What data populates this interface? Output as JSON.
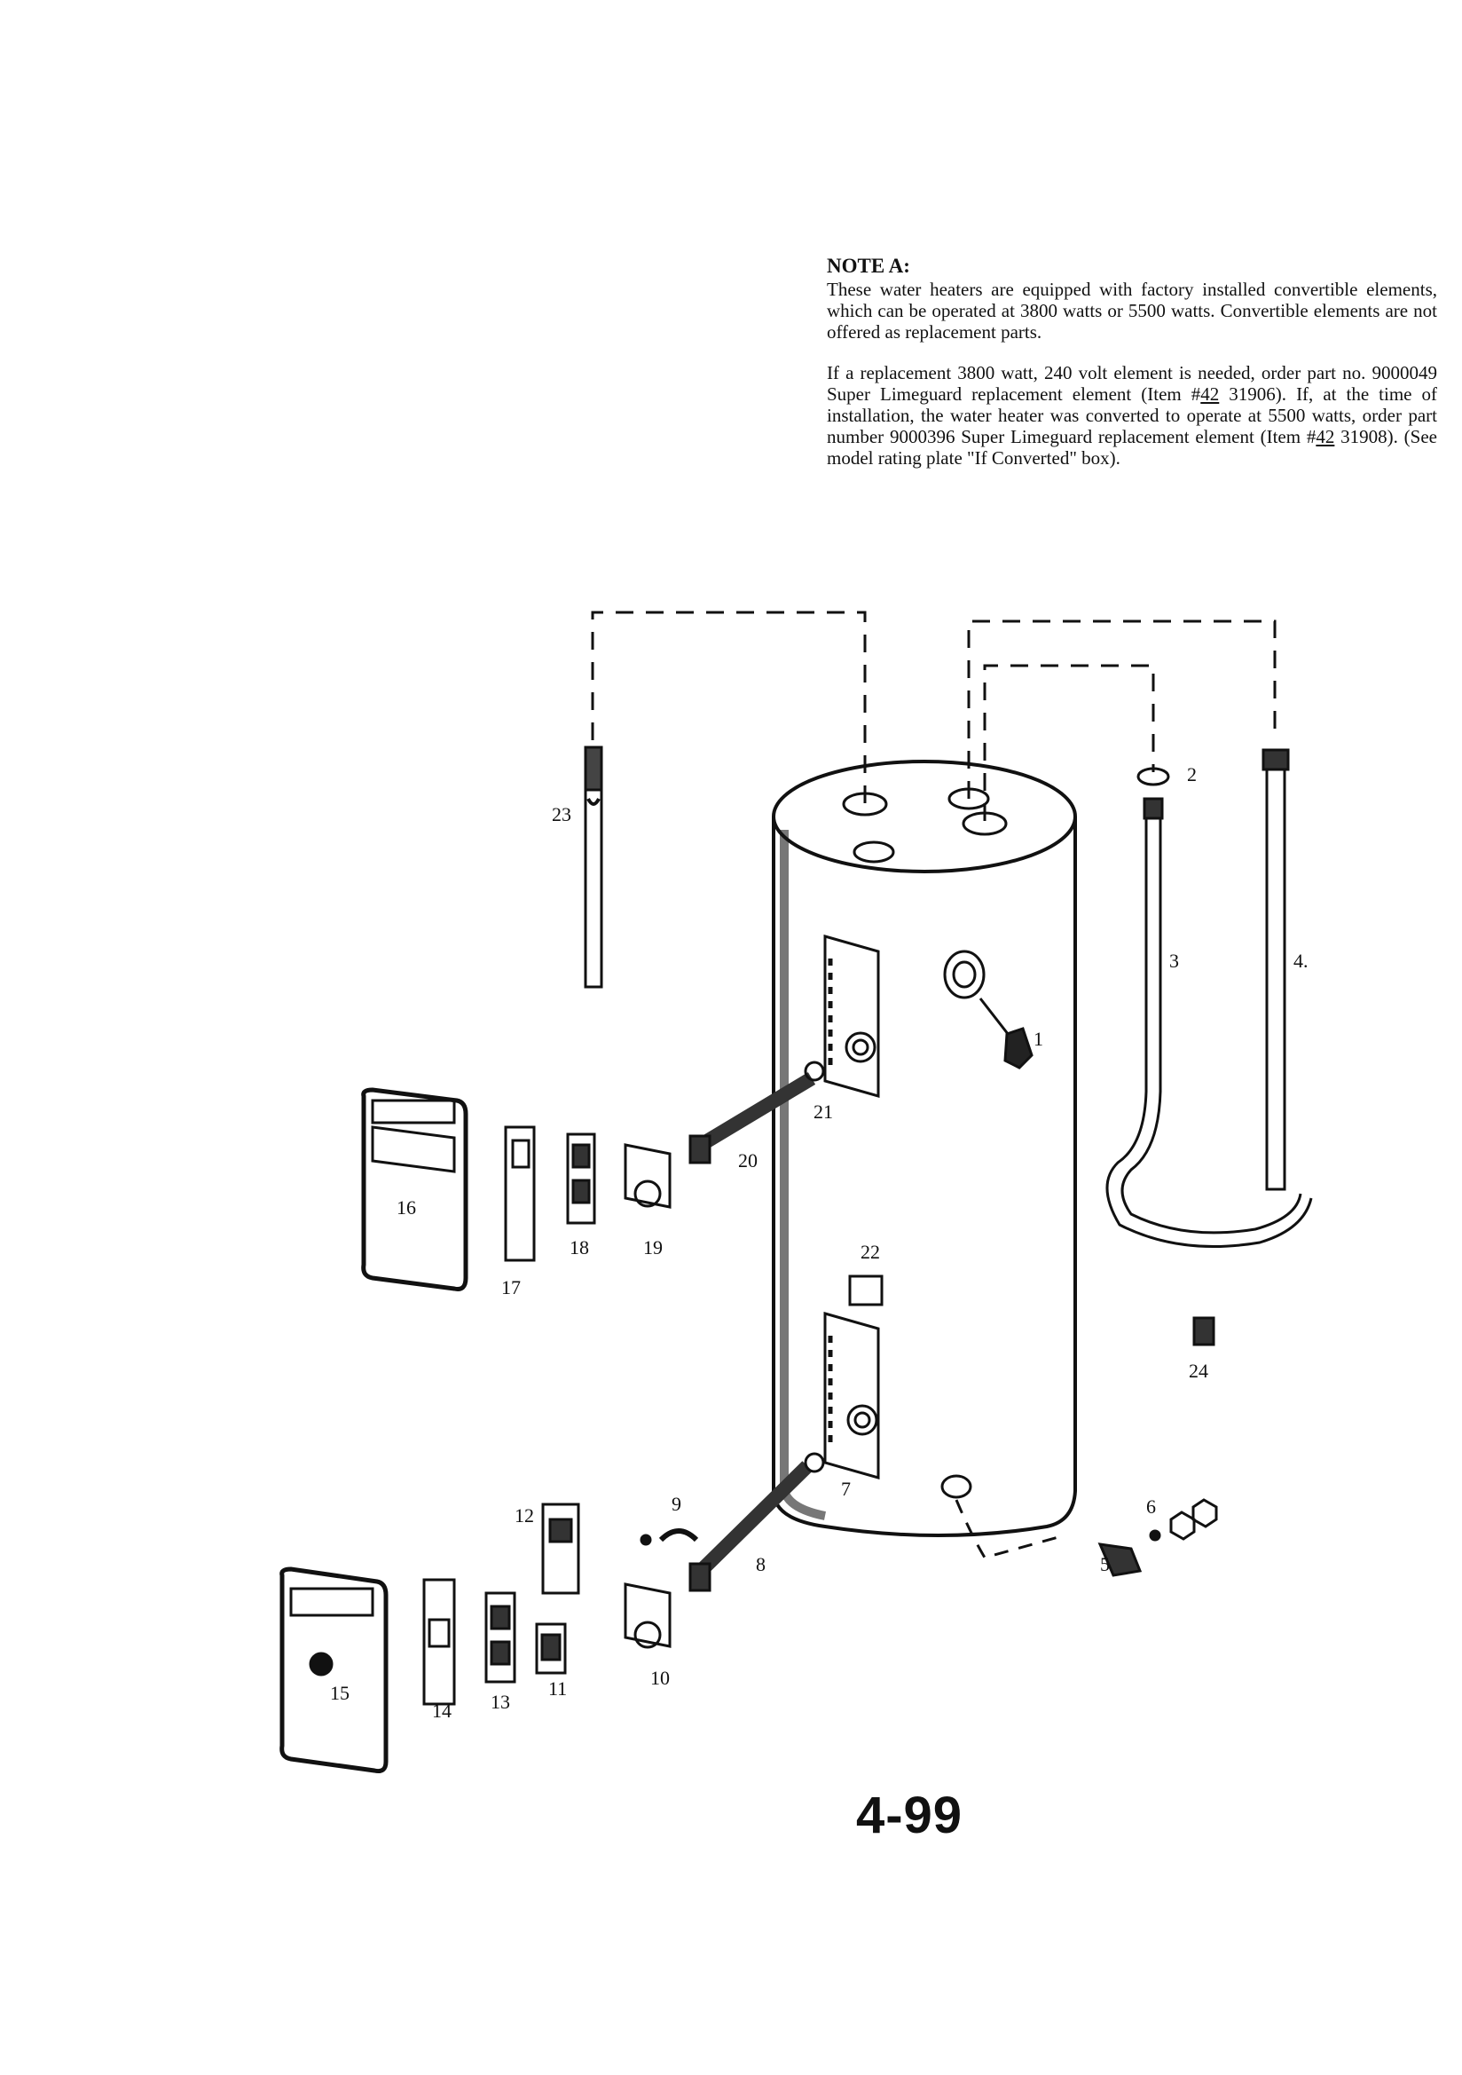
{
  "note": {
    "heading": "NOTE A:",
    "para1": "These water heaters are equipped with factory installed convertible elements, which can be operated at 3800 watts or 5500 watts. Convertible elements are not offered as replacement parts.",
    "para2_a": "If a replacement 3800 watt, 240 volt element is needed, order part no. 9000049 Super Limeguard replacement element (Item #",
    "para2_item1": "42",
    "para2_b": " 31906). If, at the time of installation, the water heater was converted to operate at 5500 watts, order part number 9000396 Super Limeguard replacement element (Item #",
    "para2_item2": "42",
    "para2_c": " 31908). (See model rating plate \"If Converted\" box)."
  },
  "parts": {
    "p1": "1",
    "p2": "2",
    "p3": "3",
    "p4": "4.",
    "p5": "5",
    "p6": "6",
    "p7": "7",
    "p8": "8",
    "p9": "9",
    "p10": "10",
    "p11": "11",
    "p12": "12",
    "p13": "13",
    "p14": "14",
    "p15": "15",
    "p16": "16",
    "p17": "17",
    "p18": "18",
    "p19": "19",
    "p20": "20",
    "p21": "21",
    "p22": "22",
    "p23": "23",
    "p24": "24"
  },
  "page_number": "4-99"
}
